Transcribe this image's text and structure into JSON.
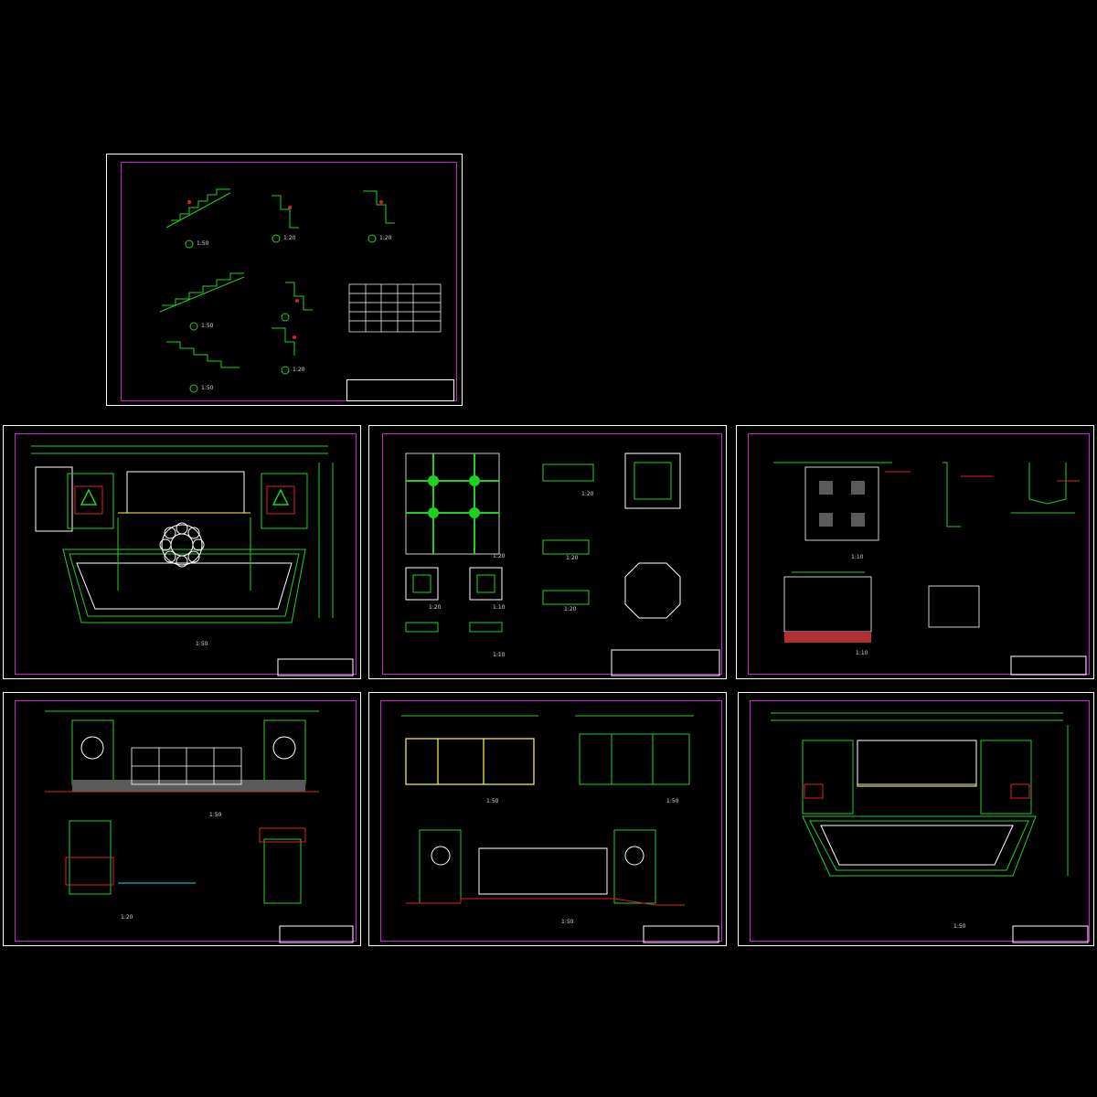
{
  "viewer": {
    "background": "#000000"
  },
  "palette": {
    "frame": "#ffffff",
    "border": "#d020d0",
    "green": "#1fd11f",
    "yellow": "#ffff40",
    "red": "#e02020",
    "cyan": "#20e0e0",
    "white": "#ffffff"
  },
  "sheets": [
    {
      "id": "sheet-1",
      "title": "",
      "scale": ""
    },
    {
      "id": "sheet-2",
      "title": "",
      "scale": "1:50"
    },
    {
      "id": "sheet-3",
      "title": "",
      "scale": "1:20"
    },
    {
      "id": "sheet-4",
      "title": "",
      "scale": "1:10"
    },
    {
      "id": "sheet-5",
      "title": "",
      "scale": "1:50"
    },
    {
      "id": "sheet-6",
      "title": "",
      "scale": "1:50"
    },
    {
      "id": "sheet-7",
      "title": "",
      "scale": "1:50"
    }
  ],
  "labels": {
    "s1_scale_a": "1:50",
    "s1_scale_b": "1:20",
    "s1_scale_c": "1:20",
    "s1_scale_d": "1:50",
    "s1_scale_e": "1:20",
    "s1_scale_f": "1:50",
    "s2_scale": "1:50",
    "s3_scale_a": "1:20",
    "s3_scale_b": "1:20",
    "s3_scale_c": "1:20",
    "s3_scale_d": "1:10",
    "s3_scale_e": "1:20",
    "s3_scale_f": "1:10",
    "s3_scale_g": "1:20",
    "s4_scale_a": "1:10",
    "s4_scale_b": "1:10",
    "s5_scale_a": "1:50",
    "s5_scale_b": "1:20",
    "s6_scale_a": "1:50",
    "s6_scale_b": "1:50",
    "s6_scale_c": "1:50",
    "s7_scale": "1:50"
  }
}
